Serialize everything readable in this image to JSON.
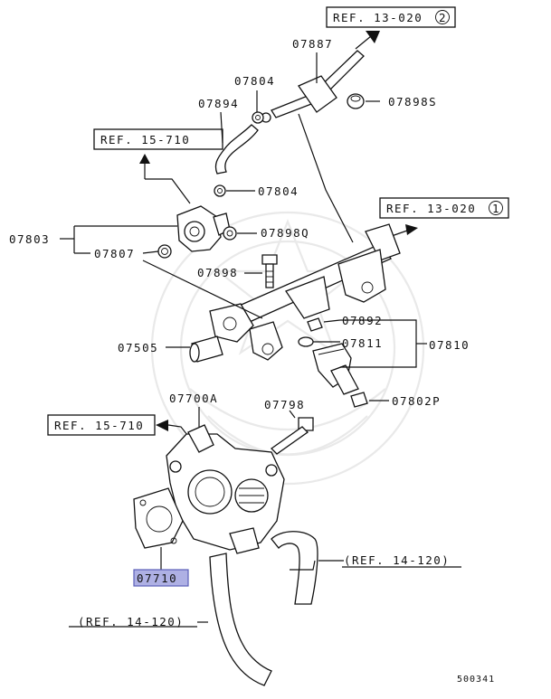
{
  "labels": {
    "l07887": "07887",
    "l07804a": "07804",
    "l07894": "07894",
    "l07898s": "07898S",
    "l07804b": "07804",
    "l07803": "07803",
    "l07807": "07807",
    "l07898q": "07898Q",
    "l07898": "07898",
    "l07892": "07892",
    "l07811": "07811",
    "l07810": "07810",
    "l07505": "07505",
    "l07700a": "07700A",
    "l07798": "07798",
    "l07802p": "07802P",
    "l07710": "07710",
    "diagram_code": "500341"
  },
  "refs": {
    "ref_13_020_2": "REF. 13-020",
    "ref_13_020_2_circle": "2",
    "ref_15_710_top": "REF. 15-710",
    "ref_13_020_1": "REF. 13-020",
    "ref_13_020_1_circle": "1",
    "ref_15_710_mid": "REF. 15-710",
    "ref_14_120_right": "(REF. 14-120)",
    "ref_14_120_left": "(REF. 14-120)"
  },
  "colors": {
    "highlight_fill": "#aeb0e4",
    "line": "#111111"
  }
}
